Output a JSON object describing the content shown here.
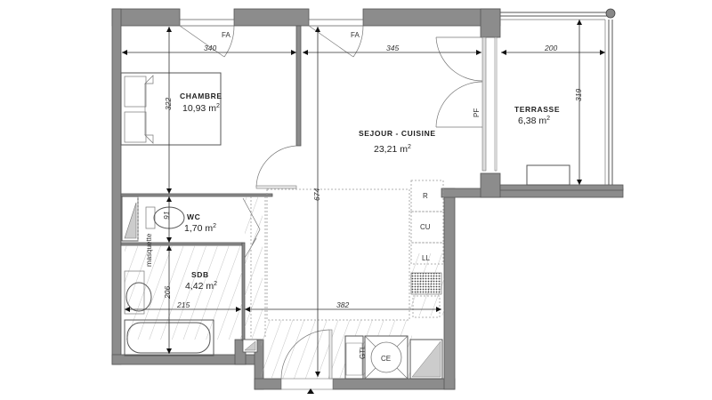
{
  "plan": {
    "rooms": [
      {
        "id": "chambre",
        "name": "CHAMBRE",
        "area": "10,93 m",
        "unit_sup": "2"
      },
      {
        "id": "sejour",
        "name": "SEJOUR - CUISINE",
        "area": "23,21 m",
        "unit_sup": "2"
      },
      {
        "id": "terrasse",
        "name": "TERRASSE",
        "area": "6,38 m",
        "unit_sup": "2"
      },
      {
        "id": "wc",
        "name": "WC",
        "area": "1,70 m",
        "unit_sup": "2"
      },
      {
        "id": "sdb",
        "name": "SDB",
        "area": "4,42 m",
        "unit_sup": "2"
      }
    ],
    "dimensions": {
      "chambre_width": "340",
      "sejour_width": "345",
      "terrasse_width": "200",
      "chambre_depth": "322",
      "sejour_depth": "674",
      "terrasse_depth": "319",
      "wc_depth": "91",
      "sdb_depth": "206",
      "sdb_width": "215",
      "entry_width": "382"
    },
    "labels": {
      "window_chambre": "FA",
      "window_sejour": "FA",
      "french_door": "PF",
      "fridge": "R",
      "cooker": "CU",
      "dishwasher": "LL",
      "gtl": "GTL",
      "water_heater": "CE",
      "masquette": "masquette"
    },
    "colors": {
      "wall": "#8c8c8c",
      "line": "#555555",
      "background": "#ffffff"
    }
  }
}
